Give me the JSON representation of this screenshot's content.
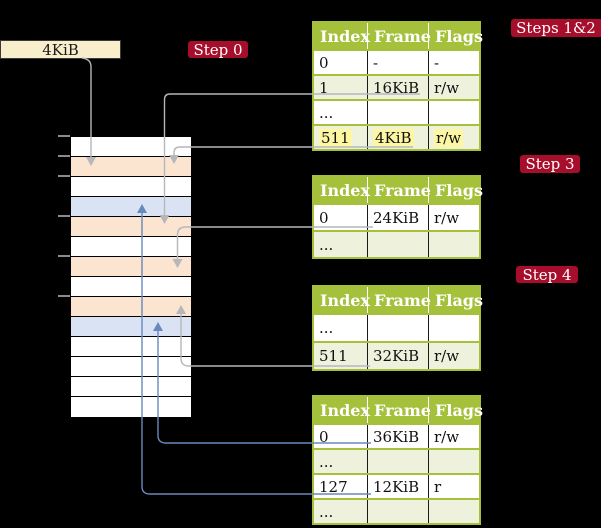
{
  "palette": {
    "bg": "#000000",
    "table-green": "#a5c13c",
    "table-row-green": "#eef2dc",
    "badge-red": "#a60e2b",
    "cream": "#f9eecb",
    "highlight-yellow": "#fdf6a3",
    "mem-peach": "#fbe5d0",
    "mem-blue": "#d9e3f3",
    "arrow-gray": "#b4b7bb",
    "arrow-blue": "#6789bd"
  },
  "labels": {
    "frame_box": "4KiB",
    "step0": "Step 0",
    "steps12": "Steps 1&2",
    "step3": "Step 3",
    "step4": "Step 4"
  },
  "tables": {
    "headers": [
      "Index",
      "Frame",
      "Flags"
    ],
    "t1": {
      "rows": [
        [
          "0",
          "-",
          "-"
        ],
        [
          "1",
          "16KiB",
          "r/w"
        ],
        [
          "...",
          "",
          ""
        ],
        [
          "511",
          "4KiB",
          "r/w"
        ]
      ],
      "highlighted_row": "511"
    },
    "t2": {
      "rows": [
        [
          "0",
          "24KiB",
          "r/w"
        ],
        [
          "...",
          "",
          ""
        ]
      ]
    },
    "t3": {
      "rows": [
        [
          "...",
          "",
          ""
        ],
        [
          "511",
          "32KiB",
          "r/w"
        ]
      ]
    },
    "t4": {
      "rows": [
        [
          "0",
          "36KiB",
          "r/w"
        ],
        [
          "...",
          "",
          ""
        ],
        [
          "127",
          "12KiB",
          "r"
        ],
        [
          "...",
          "",
          ""
        ]
      ]
    }
  },
  "memory": {
    "rows": [
      "white",
      "peach",
      "white",
      "blue",
      "peach",
      "white",
      "peach",
      "white",
      "peach",
      "blue",
      "white",
      "white",
      "white",
      "white"
    ],
    "tick_tops": [
      135,
      155,
      175,
      215,
      255,
      295
    ]
  }
}
